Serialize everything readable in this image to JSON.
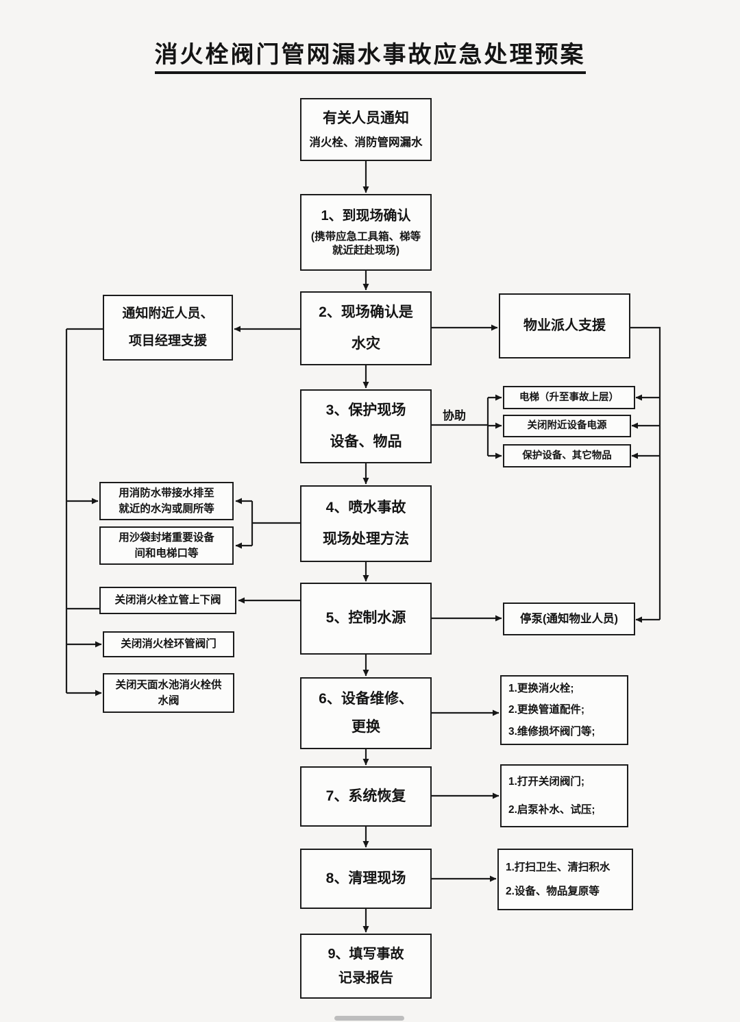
{
  "title": "消火栓阀门管网漏水事故应急处理预案",
  "labels": {
    "assist": "协助"
  },
  "nodes": {
    "start": {
      "lines": [
        "有关人员通知",
        "消火栓、消防管网漏水"
      ]
    },
    "step1": {
      "lines": [
        "1、到现场确认",
        "(携带应急工具箱、梯等就近赶赴现场)"
      ]
    },
    "step2": {
      "lines": [
        "2、现场确认是",
        "水灾"
      ]
    },
    "step3": {
      "lines": [
        "3、保护现场",
        "设备、物品"
      ]
    },
    "step4": {
      "lines": [
        "4、喷水事故",
        "现场处理方法"
      ]
    },
    "step5": {
      "lines": [
        "5、控制水源"
      ]
    },
    "step6": {
      "lines": [
        "6、设备维修、",
        "更换"
      ]
    },
    "step7": {
      "lines": [
        "7、系统恢复"
      ]
    },
    "step8": {
      "lines": [
        "8、清理现场"
      ]
    },
    "step9": {
      "lines": [
        "9、填写事故",
        "记录报告"
      ]
    },
    "notify_nearby": {
      "lines": [
        "通知附近人员、",
        "项目经理支援"
      ]
    },
    "drain_hose": {
      "lines": [
        "用消防水带接水排至",
        "就近的水沟或厕所等"
      ]
    },
    "sandbag": {
      "lines": [
        "用沙袋封堵重要设备",
        "间和电梯口等"
      ]
    },
    "close_standpipe": {
      "lines": [
        "关闭消火栓立管上下阀"
      ]
    },
    "close_ring_valve": {
      "lines": [
        "关闭消火栓环管阀门"
      ]
    },
    "close_roof_tank": {
      "lines": [
        "关闭天面水池消火栓供水阀"
      ]
    },
    "property_support": {
      "lines": [
        "物业派人支援"
      ]
    },
    "elevator": {
      "lines": [
        "电梯（升至事故上层）"
      ]
    },
    "cut_power": {
      "lines": [
        "关闭附近设备电源"
      ]
    },
    "protect_items": {
      "lines": [
        "保护设备、其它物品"
      ]
    },
    "stop_pump": {
      "lines": [
        "停泵(通知物业人员)"
      ]
    },
    "repair_list": {
      "lines": [
        "1.更换消火栓;",
        "2.更换管道配件;",
        "3.维修损坏阀门等;"
      ]
    },
    "recover_list": {
      "lines": [
        "1.打开关闭阀门;",
        "2.启泵补水、试压;"
      ]
    },
    "cleanup_list": {
      "lines": [
        "1.打扫卫生、清扫积水",
        "2.设备、物品复原等"
      ]
    }
  }
}
